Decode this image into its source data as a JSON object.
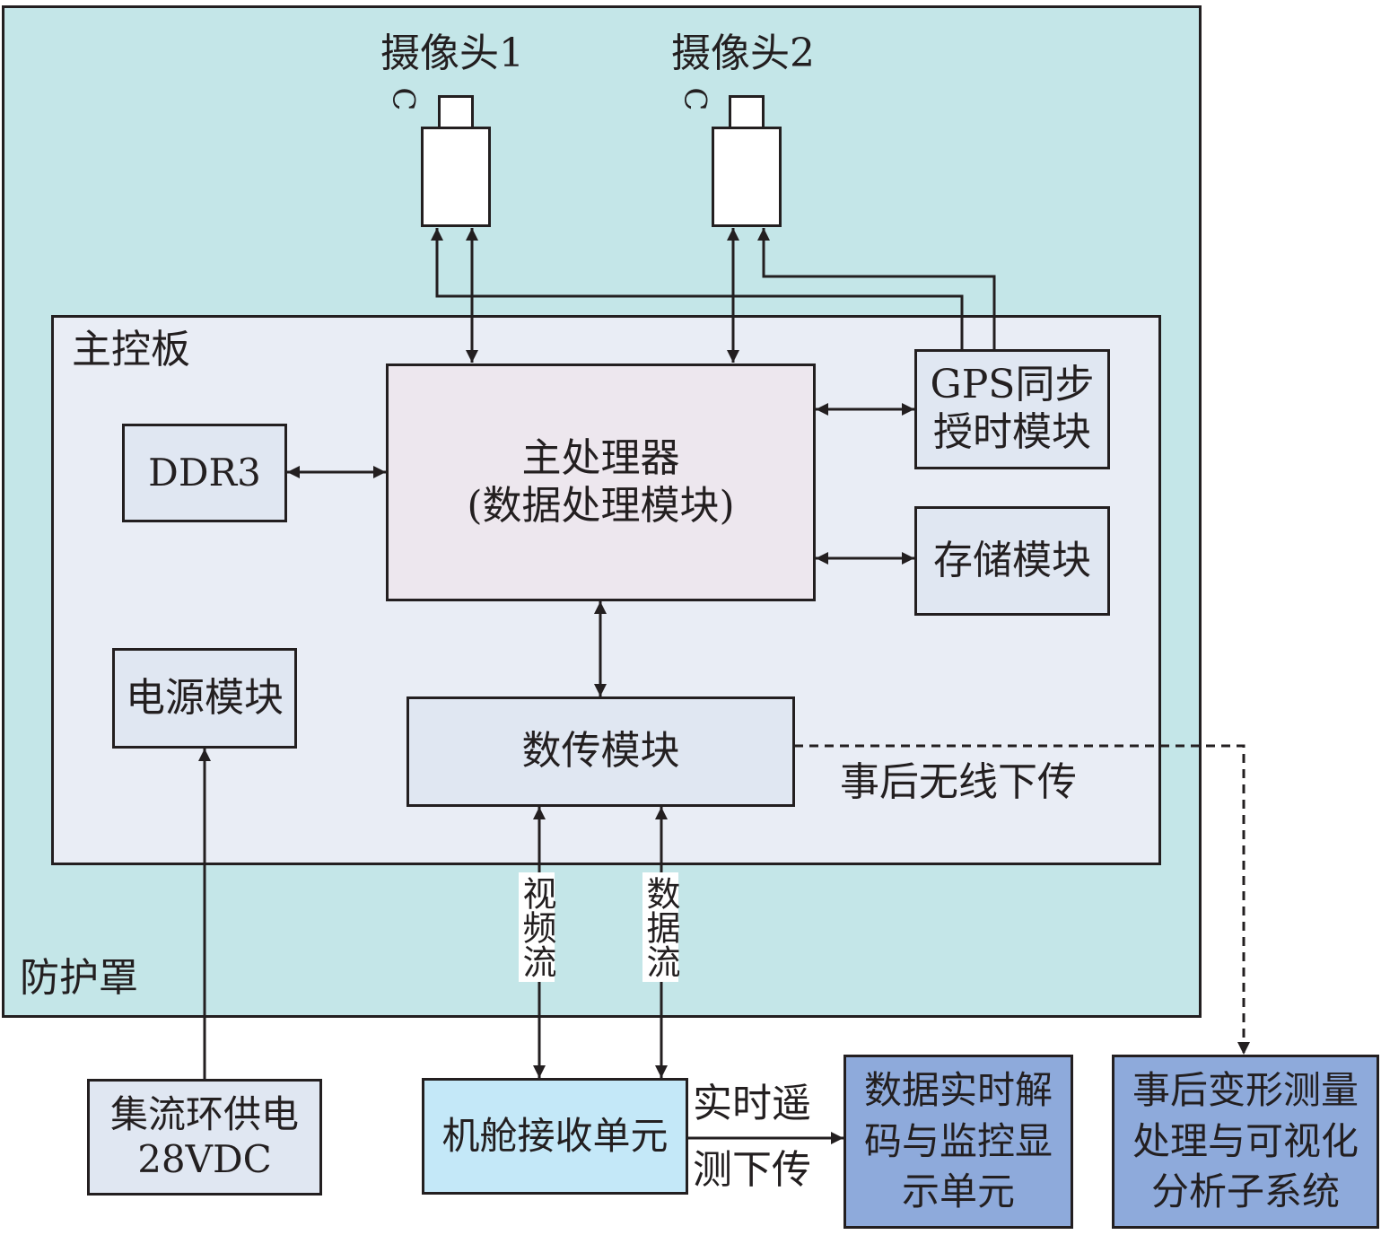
{
  "colors": {
    "enclosure_fill": "#c4e6e8",
    "board_fill": "#e9edf5",
    "processor_fill": "#ede7ee",
    "module_fill": "#e0e7f2",
    "nacelle_fill": "#c4e8f8",
    "ground_fill": "#8eaadb",
    "line": "#231f20"
  },
  "labels": {
    "enclosure": "防护罩",
    "board": "主控板",
    "camera1": "摄像头1",
    "camera2": "摄像头2",
    "lens_mark": "C",
    "ddr3": "DDR3",
    "processor_line1": "主处理器",
    "processor_line2": "(数据处理模块)",
    "gps_line1": "GPS同步",
    "gps_line2": "授时模块",
    "storage": "存储模块",
    "power": "电源模块",
    "datalink": "数传模块",
    "wireless_post": "事后无线下传",
    "video_stream": "视频流",
    "data_stream": "数据流",
    "slip_ring_line1": "集流环供电",
    "slip_ring_line2": "28VDC",
    "nacelle": "机舱接收单元",
    "realtime_line1": "实时遥",
    "realtime_line2": "测下传",
    "decode_line1": "数据实时解",
    "decode_line2": "码与监控显",
    "decode_line3": "示单元",
    "post_line1": "事后变形测量",
    "post_line2": "处理与可视化",
    "post_line3": "分析子系统"
  }
}
